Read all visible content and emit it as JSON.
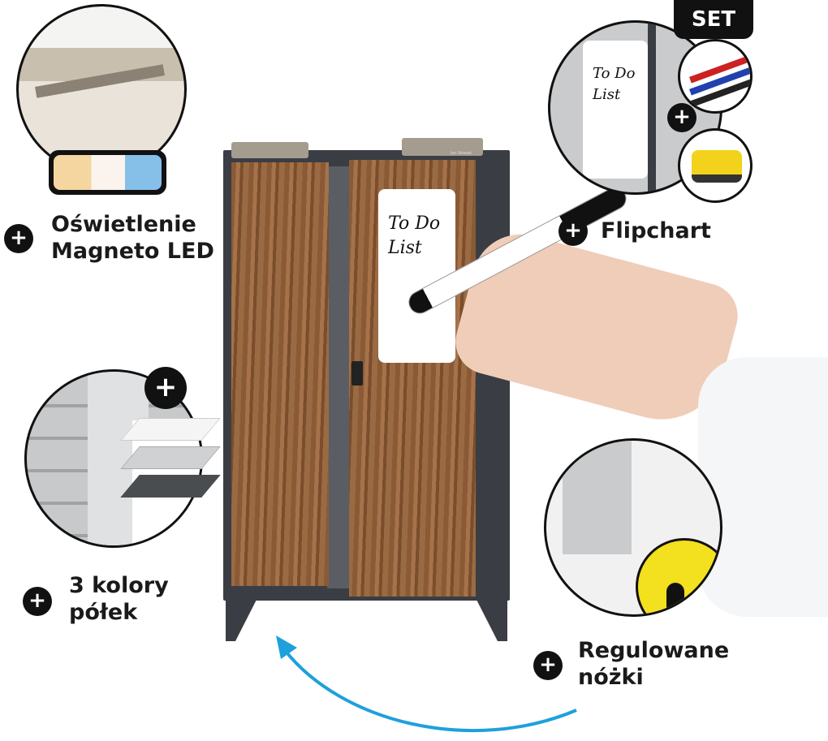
{
  "badge": {
    "set": "SET"
  },
  "whiteboard": {
    "line1": "To Do",
    "line2": "List"
  },
  "features": [
    {
      "line1": "Oświetlenie",
      "line2": "Magneto LED",
      "icon": "plus-icon"
    },
    {
      "line1": "Flipchart",
      "icon": "plus-icon"
    },
    {
      "line1": "3 kolory",
      "line2": "półek",
      "icon": "plus-icon"
    },
    {
      "line1": "Regulowane",
      "line2": "nóżki",
      "icon": "plus-icon"
    }
  ],
  "brand": "Jan Nowak",
  "colors": {
    "accent_arrow": "#1ea0dc",
    "cabinet": "#3a3e44",
    "wood": "#9a6a42",
    "dark": "#111111"
  }
}
